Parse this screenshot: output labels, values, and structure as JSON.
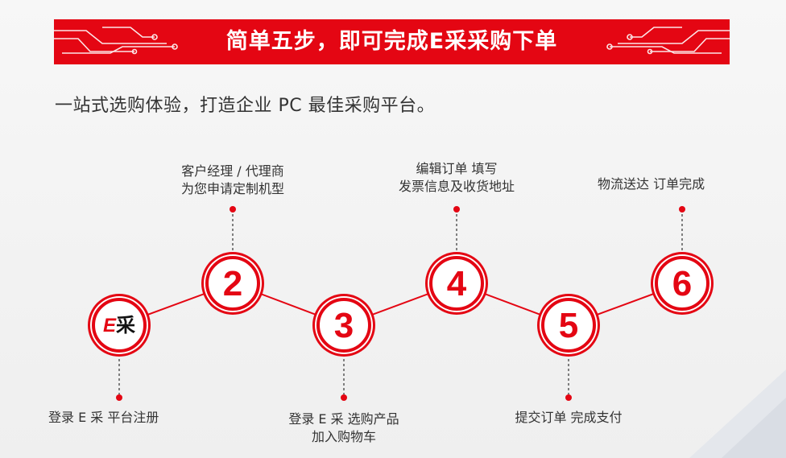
{
  "banner": {
    "title": "简单五步，即可完成E采采购下单",
    "color": "#e40613"
  },
  "subtitle": "一站式选购体验，打造企业 PC 最佳采购平台。",
  "steps": [
    {
      "id": "1",
      "logo_e": "E",
      "logo_cai": "采",
      "label_lines": [
        "登录 E 采 平台注册"
      ]
    },
    {
      "id": "2",
      "number": "2",
      "label_lines": [
        "客户经理 / 代理商",
        "为您申请定制机型"
      ]
    },
    {
      "id": "3",
      "number": "3",
      "label_lines": [
        "登录 E 采 选购产品",
        "加入购物车"
      ]
    },
    {
      "id": "4",
      "number": "4",
      "label_lines": [
        "编辑订单 填写",
        "发票信息及收货地址"
      ]
    },
    {
      "id": "5",
      "number": "5",
      "label_lines": [
        "提交订单 完成支付"
      ]
    },
    {
      "id": "6",
      "number": "6",
      "label_lines": [
        "物流送达 订单完成"
      ]
    }
  ],
  "colors": {
    "accent": "#e40613",
    "text": "#333333",
    "background": "#f4f4f4"
  }
}
